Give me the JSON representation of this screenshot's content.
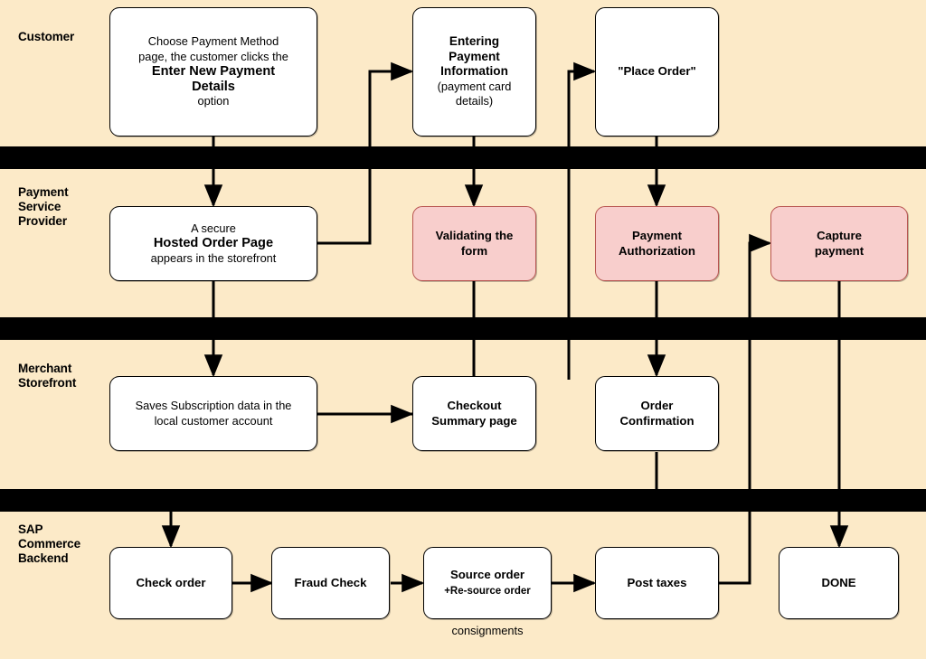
{
  "diagram": {
    "title": "Subscription payment checkout flow (swimlane)",
    "background_color": "#fceac8",
    "accent_color": "#f8cecc",
    "accent_border_color": "#b85450"
  },
  "lanes": [
    {
      "id": "customer",
      "label": "Customer"
    },
    {
      "id": "psp",
      "label": "Payment\nService\nProvider"
    },
    {
      "id": "merchant",
      "label": "Merchant\nStorefront"
    },
    {
      "id": "sap",
      "label": "SAP\nCommerce\nBackend"
    }
  ],
  "nodes": {
    "choose_payment_method": {
      "line1": "Choose Payment Method",
      "line2": "page, the customer clicks the",
      "line3": "Enter New Payment",
      "line4": "Details",
      "line5": "option"
    },
    "entering_payment_information": {
      "line1": "Entering",
      "line2": "Payment",
      "line3": "Information",
      "line4": "(payment card",
      "line5": "details)"
    },
    "place_order": {
      "label": "\"Place Order\""
    },
    "hosted_order_page": {
      "line1": "A secure",
      "line2": "Hosted Order Page",
      "line3": "appears in the storefront"
    },
    "validating_the_form": {
      "line1": "Validating the",
      "line2": "form"
    },
    "payment_authorization": {
      "line1": "Payment",
      "line2": "Authorization"
    },
    "capture_payment": {
      "line1": "Capture",
      "line2": "payment"
    },
    "saves_subscription_data": {
      "line1": "Saves Subscription data in the",
      "line2": "local customer account"
    },
    "checkout_summary_page": {
      "line1": "Checkout",
      "line2": "Summary page"
    },
    "order_confirmation": {
      "line1": "Order",
      "line2": "Confirmation"
    },
    "check_order": {
      "label": "Check order"
    },
    "fraud_check": {
      "label": "Fraud Check"
    },
    "source_order": {
      "line1": "Source order",
      "line2": "+Re-source order"
    },
    "post_taxes": {
      "label": "Post taxes"
    },
    "done": {
      "label": "DONE"
    }
  },
  "captions": {
    "consignments": "consignments"
  }
}
